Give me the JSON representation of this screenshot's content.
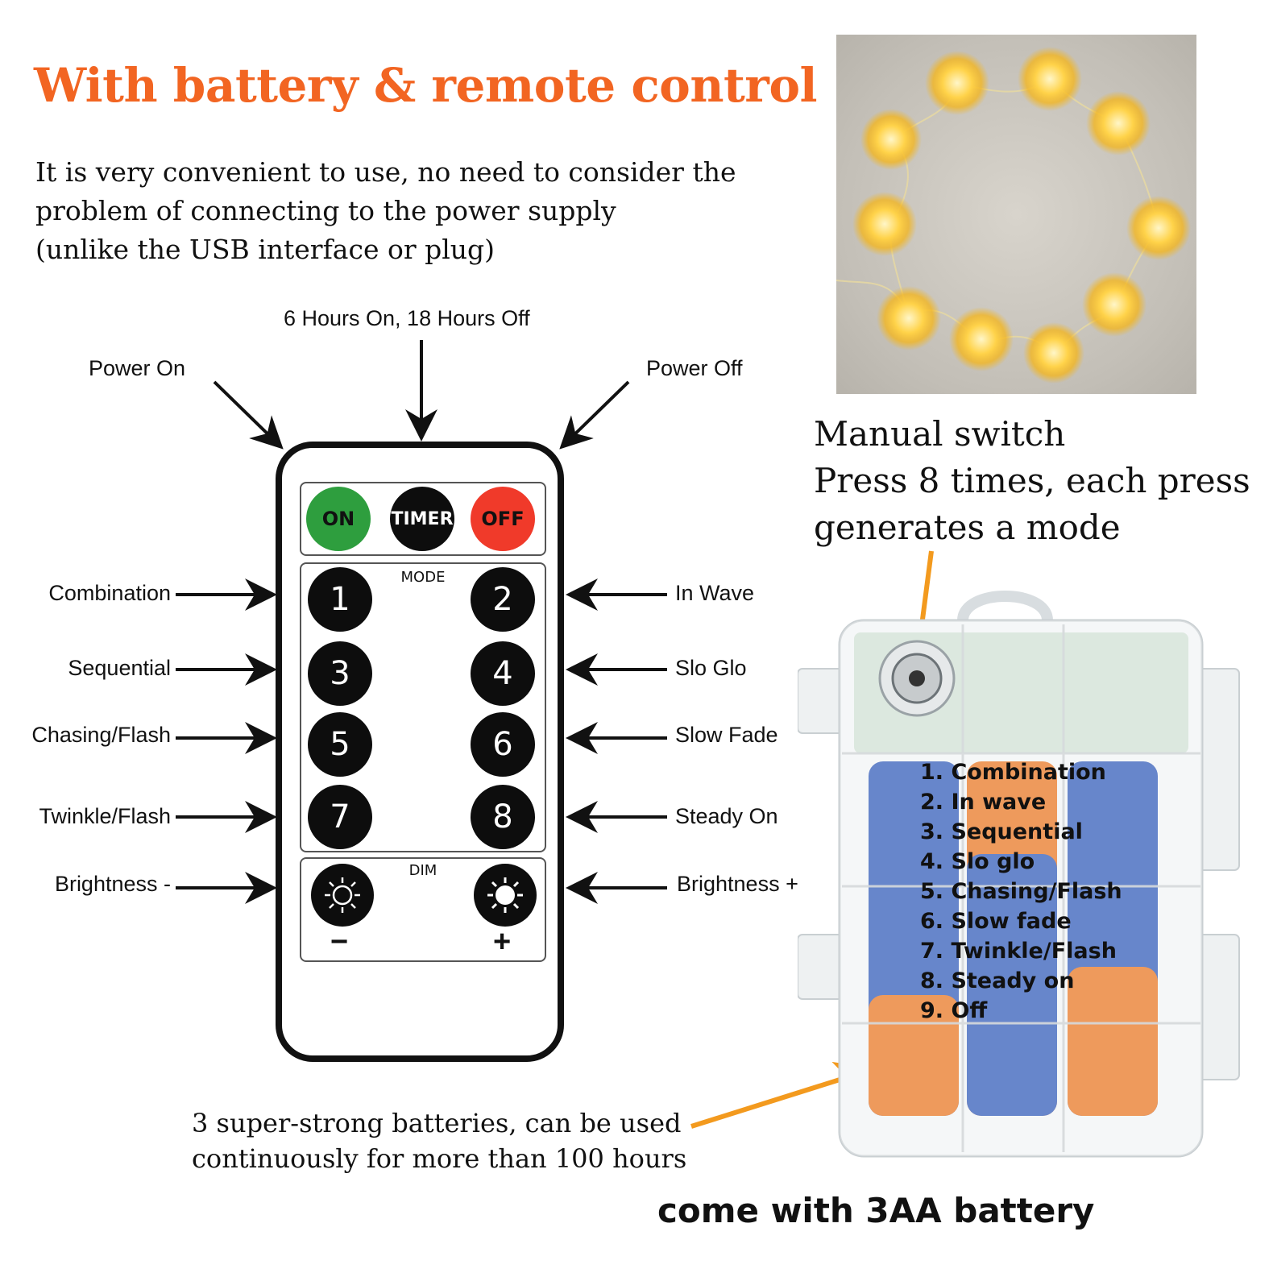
{
  "title": "With battery & remote control",
  "intro": [
    "It is very convenient to use, no need to consider the",
    "problem of connecting to the power supply",
    "(unlike the USB interface or plug)"
  ],
  "remote_labels": {
    "timer": "6 Hours On, 18 Hours Off",
    "power_on": "Power On",
    "power_off": "Power Off",
    "left": [
      "Combination",
      "Sequential",
      "Chasing/Flash",
      "Twinkle/Flash",
      "Brightness -"
    ],
    "right": [
      "In Wave",
      "Slo Glo",
      "Slow Fade",
      "Steady On",
      "Brightness +"
    ]
  },
  "remote": {
    "on": "ON",
    "timer": "TIMER",
    "off": "OFF",
    "mode": "MODE",
    "dim": "DIM",
    "minus": "−",
    "plus": "+",
    "numbers": [
      "1",
      "2",
      "3",
      "4",
      "5",
      "6",
      "7",
      "8"
    ],
    "on_color": "#2e9e3e",
    "off_color": "#f03a2a"
  },
  "manual": [
    "Manual switch",
    "Press 8 times, each press",
    "generates a mode"
  ],
  "box_modes": [
    "1. Combination",
    "2. In wave",
    "3. Sequential",
    "4. Slo glo",
    "5. Chasing/Flash",
    "6. Slow fade",
    "7. Twinkle/Flash",
    "8. Steady on",
    "9. Off"
  ],
  "battery_note": [
    "3 super-strong batteries, can be used",
    "continuously for more than 100 hours"
  ],
  "footer": "come with 3AA battery",
  "accent_color": "#f26522",
  "arrow_color": "#f39a1e"
}
